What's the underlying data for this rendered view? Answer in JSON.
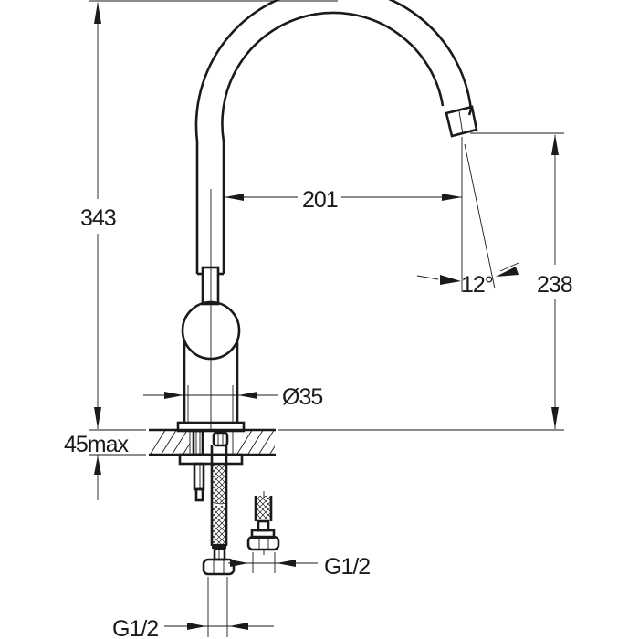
{
  "drawing": {
    "subject": "kitchen faucet dimensional drawing",
    "line_color": "#1a1a1a",
    "background": "#ffffff"
  },
  "dimensions": {
    "total_height": {
      "label": "343",
      "unit": "mm"
    },
    "spout_reach": {
      "label": "201",
      "unit": "mm"
    },
    "spout_angle": {
      "label": "12°",
      "unit": "deg"
    },
    "spout_outlet_height": {
      "label": "238",
      "unit": "mm"
    },
    "body_diameter": {
      "label": "Ø35",
      "unit": "mm"
    },
    "max_deck_thickness": {
      "label": "45max",
      "unit": "mm"
    },
    "supply_thread_right": {
      "label": "G1/2"
    },
    "supply_thread_left": {
      "label": "G1/2"
    }
  }
}
